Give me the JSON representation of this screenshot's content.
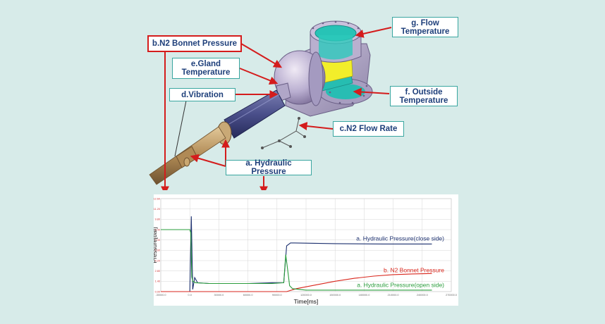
{
  "labels": {
    "flow_temperature": [
      "g. Flow",
      "Temperature"
    ],
    "n2_bonnet_pressure": "b.N2 Bonnet Pressure",
    "gland_temperature": [
      "e.Gland",
      "Temperature"
    ],
    "vibration": "d.Vibration",
    "outside_temperature": [
      "f. Outside",
      "Temperature"
    ],
    "n2_flow_rate": "c.N2 Flow Rate",
    "hydraulic_pressure": "a. Hydraulic Pressure"
  },
  "chart_data": {
    "type": "line",
    "xlabel": "Time[ms]",
    "ylabel": "Pressure[bar]",
    "x_ticks": [
      "-30000.0",
      "0.0",
      "30000.0",
      "60000.0",
      "90000.0",
      "120000.0",
      "150000.0",
      "180000.0",
      "210000.0",
      "240000.0",
      "270000.0"
    ],
    "y_ticks": [
      "12.60",
      "11.20",
      "9.80",
      "8.40",
      "7.00",
      "5.60",
      "4.20",
      "2.80",
      "1.40",
      "0.00"
    ],
    "xlim": [
      -30000,
      270000
    ],
    "ylim": [
      0,
      12.6
    ],
    "series": [
      {
        "name": "a. Hydraulic Pressure(close side)",
        "color": "#1b2f6e",
        "points": [
          [
            -30000,
            0
          ],
          [
            0,
            0
          ],
          [
            1500,
            10.2
          ],
          [
            3000,
            0.3
          ],
          [
            5000,
            1.9
          ],
          [
            8000,
            1.2
          ],
          [
            20000,
            1.1
          ],
          [
            60000,
            1.1
          ],
          [
            85000,
            1.2
          ],
          [
            97000,
            1.2
          ],
          [
            100000,
            6.2
          ],
          [
            104000,
            6.6
          ],
          [
            108000,
            6.6
          ],
          [
            150000,
            6.5
          ],
          [
            200000,
            6.45
          ],
          [
            250000,
            6.45
          ]
        ]
      },
      {
        "name": "N2 Bonnet Pressure",
        "label": "b. N2 Bonnet Pressure",
        "color": "#d9261c",
        "points": [
          [
            -30000,
            0
          ],
          [
            100000,
            0
          ],
          [
            110000,
            0.4
          ],
          [
            130000,
            0.9
          ],
          [
            150000,
            1.4
          ],
          [
            170000,
            1.8
          ],
          [
            190000,
            2.1
          ],
          [
            210000,
            2.3
          ],
          [
            230000,
            2.4
          ],
          [
            250000,
            2.45
          ]
        ]
      },
      {
        "name": "a. Hydraulic Pressure(open side)",
        "color": "#2a9d3c",
        "points": [
          [
            -30000,
            8.4
          ],
          [
            0,
            8.4
          ],
          [
            1000,
            8.0
          ],
          [
            2000,
            2.0
          ],
          [
            3000,
            1.4
          ],
          [
            6000,
            1.2
          ],
          [
            20000,
            1.1
          ],
          [
            60000,
            1.1
          ],
          [
            85000,
            1.1
          ],
          [
            97000,
            1.2
          ],
          [
            99000,
            5.0
          ],
          [
            101000,
            3.0
          ],
          [
            103000,
            0.8
          ],
          [
            106000,
            0.4
          ],
          [
            120000,
            0.2
          ],
          [
            150000,
            0.2
          ],
          [
            250000,
            0.2
          ]
        ]
      }
    ]
  }
}
